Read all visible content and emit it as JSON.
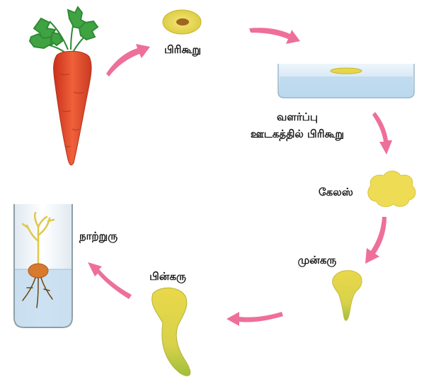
{
  "labels": {
    "explant": "பிரிகூறு",
    "culture_line1": "வளர்ப்பு",
    "culture_line2": "ஊடகத்தில்  பிரிகூறு",
    "callus": "கேலஸ்",
    "proembryo": "முன்கரு",
    "embryo": "பின்கரு",
    "plantlet": "நாற்றுரு"
  },
  "colors": {
    "arrow": "#ee6f9a",
    "carrot_root": "#e2452a",
    "carrot_leaves": "#2f9a3a",
    "tissue_yellow": "#e9d94a",
    "medium_blue": "#cfe3f2",
    "root_brown": "#7a4a1a"
  }
}
